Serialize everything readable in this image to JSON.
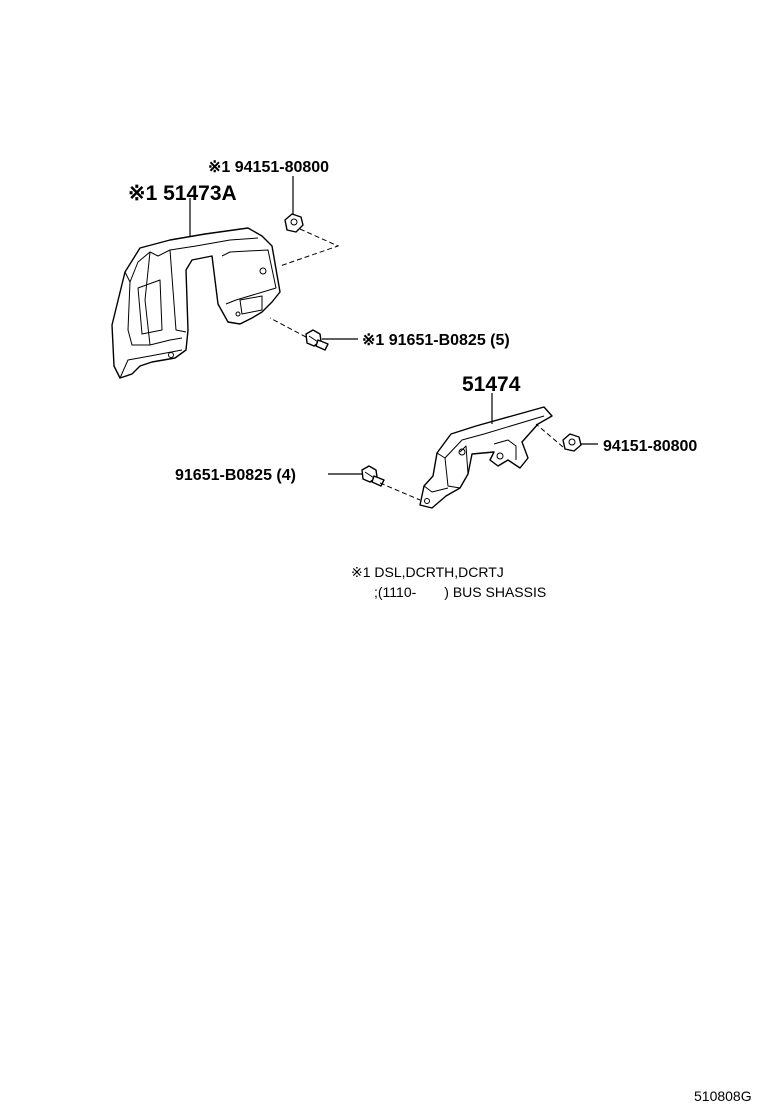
{
  "callouts": {
    "nut_top": "※1 94151-80800",
    "fender_front": "※1 51473A",
    "bolt_front": "※1 91651-B0825 (5)",
    "fender_rear": "51474",
    "nut_right": "94151-80800",
    "bolt_rear": "91651-B0825 (4)"
  },
  "footnote": {
    "line1": "※1 DSL,DCRTH,DCRTJ",
    "line2": ";(1110-　　) BUS SHASSIS"
  },
  "diagram_code": "510808G"
}
